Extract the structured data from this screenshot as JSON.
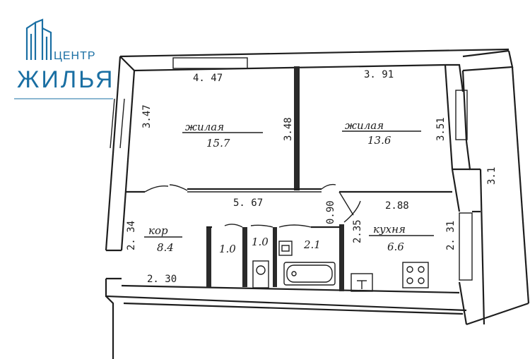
{
  "logo": {
    "line1": "ЦЕНТР",
    "line2": "ЖИЛЬЯ",
    "color": "#1a6fa3"
  },
  "rooms": {
    "living1": {
      "name": "жилая",
      "area": "15.7"
    },
    "living2": {
      "name": "жилая",
      "area": "13.6"
    },
    "corridor": {
      "name": "кор",
      "area": "8.4"
    },
    "closet1": {
      "area": "1.0"
    },
    "closet2": {
      "area": "1.0"
    },
    "bathroom": {
      "area": "2.1"
    },
    "kitchen": {
      "name": "кухня",
      "area": "6.6"
    }
  },
  "dimensions": {
    "living1_top": "4. 47",
    "living1_left": "3.47",
    "living1_right": "3.48",
    "living2_top": "3. 91",
    "living2_right": "3.51",
    "balcony": "3.1",
    "hall_width": "5. 67",
    "kitchen_top": "2.88",
    "door_width": "0.90",
    "corridor_left": "2. 34",
    "corridor_bottom": "2. 30",
    "bath_height": "2.35",
    "kitchen_right": "2. 31"
  }
}
